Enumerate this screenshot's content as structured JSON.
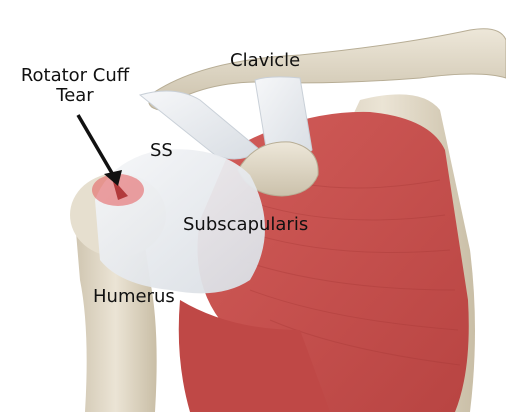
{
  "labels": {
    "tear_line1": "Rotator Cuff",
    "tear_line2": "Tear",
    "clavicle": "Clavicle",
    "ss": "SS",
    "subscapularis": "Subscapularis",
    "humerus": "Humerus"
  },
  "colors": {
    "muscle": "#c8504e",
    "muscle_dark": "#a83a38",
    "bone": "#e4dccb",
    "bone_shadow": "#c9bfa9",
    "tendon": "#eef1f4",
    "tear_red": "#e4585a"
  }
}
